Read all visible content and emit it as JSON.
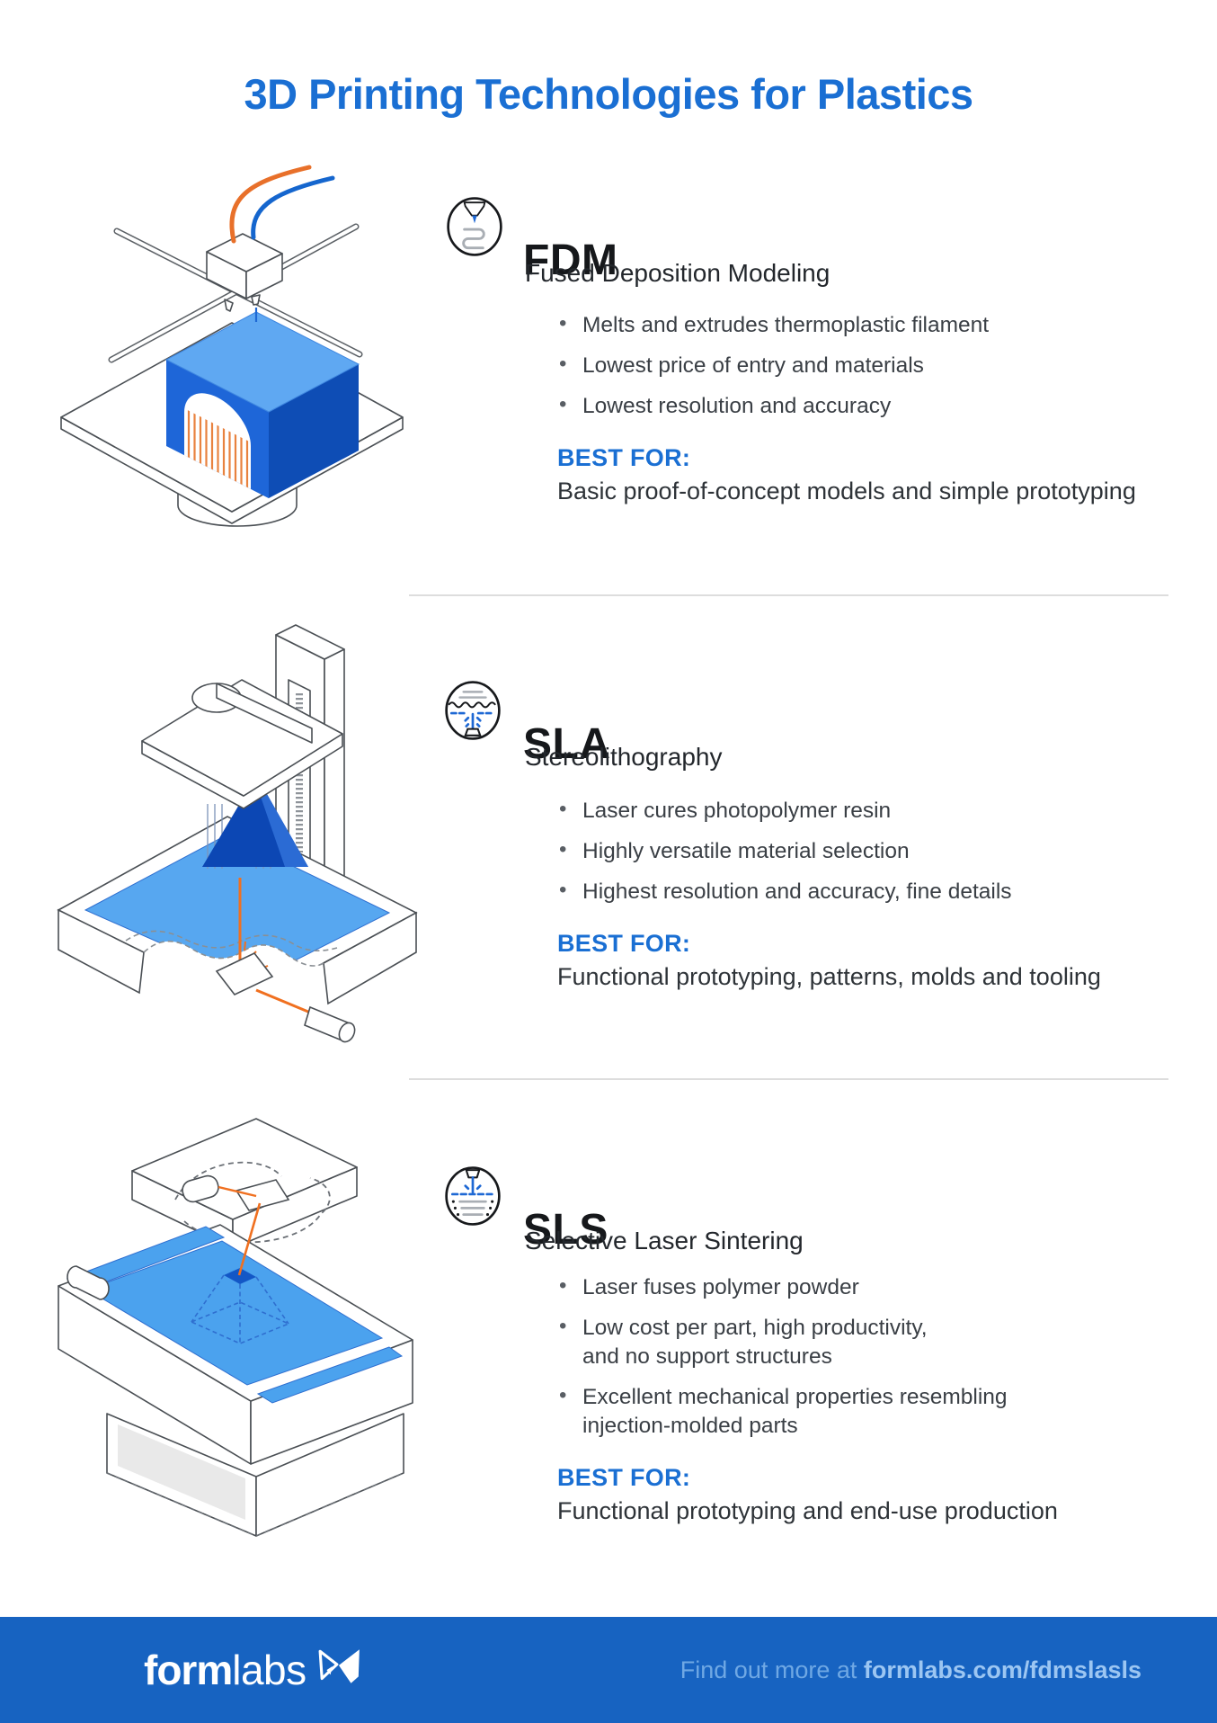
{
  "page": {
    "title": "3D Printing Technologies for Plastics"
  },
  "sections": [
    {
      "id": "fdm",
      "acronym": "FDM",
      "full_name": "Fused Deposition Modeling",
      "bullets": [
        "Melts and extrudes thermoplastic filament",
        "Lowest price of entry and materials",
        "Lowest resolution and accuracy"
      ],
      "best_for_label": "BEST FOR:",
      "best_for": "Basic proof-of-concept models and simple prototyping"
    },
    {
      "id": "sla",
      "acronym": "SLA",
      "full_name": "Stereolithography",
      "bullets": [
        "Laser cures photopolymer resin",
        "Highly versatile material selection",
        "Highest resolution and accuracy, fine details"
      ],
      "best_for_label": "BEST FOR:",
      "best_for": "Functional prototyping, patterns, molds and tooling"
    },
    {
      "id": "sls",
      "acronym": "SLS",
      "full_name": "Selective Laser Sintering",
      "bullets": [
        "Laser fuses polymer powder",
        "Low cost per part, high productivity,\nand no support structures",
        "Excellent mechanical properties resembling\ninjection-molded parts"
      ],
      "best_for_label": "BEST FOR:",
      "best_for": "Functional prototyping and end-use production"
    }
  ],
  "footer": {
    "brand_bold": "form",
    "brand_light": "labs",
    "cta_prefix": "Find out more at ",
    "cta_link": "formlabs.com/fdmslasls"
  },
  "icons": [
    {
      "name": "fdm-nozzle-icon",
      "meaning": "extruder nozzle depositing filament"
    },
    {
      "name": "sla-vat-icon",
      "meaning": "laser curing resin in a vat from below"
    },
    {
      "name": "sls-powder-icon",
      "meaning": "laser sintering powder bed"
    }
  ],
  "colors": {
    "accent_blue": "#1A6FD3",
    "heading_text": "#16181B",
    "body_text": "#3A3F45",
    "divider": "#DDDDDD",
    "footer_bg": "#1763C1",
    "footer_text": "#6FA8E4",
    "footer_link": "#9CC6F2",
    "illustration_light_blue": "#5FA8F2",
    "illustration_mid_blue": "#1E66D8",
    "illustration_dark_blue": "#0E4DB5",
    "illustration_orange": "#E8702A",
    "outline_gray": "#4A4F54"
  }
}
